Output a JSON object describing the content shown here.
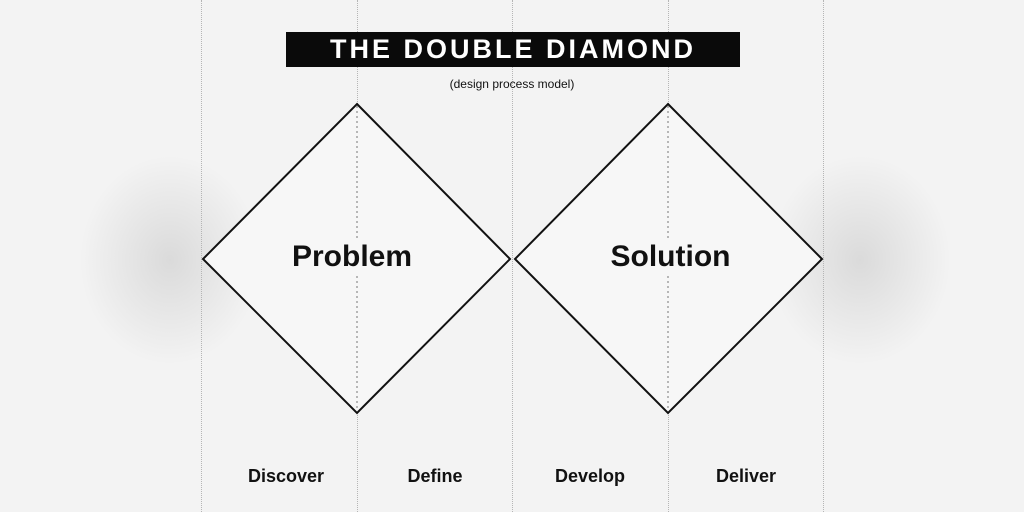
{
  "title": "THE DOUBLE DIAMOND",
  "subtitle": "(design process model)",
  "diamonds": [
    {
      "label": "Problem"
    },
    {
      "label": "Solution"
    }
  ],
  "phases": [
    "Discover",
    "Define",
    "Develop",
    "Deliver"
  ],
  "colors": {
    "background": "#f3f3f3",
    "stroke": "#111111",
    "title_bg": "#0a0a0a",
    "title_text": "#ffffff",
    "guide": "#b5b5b5"
  }
}
